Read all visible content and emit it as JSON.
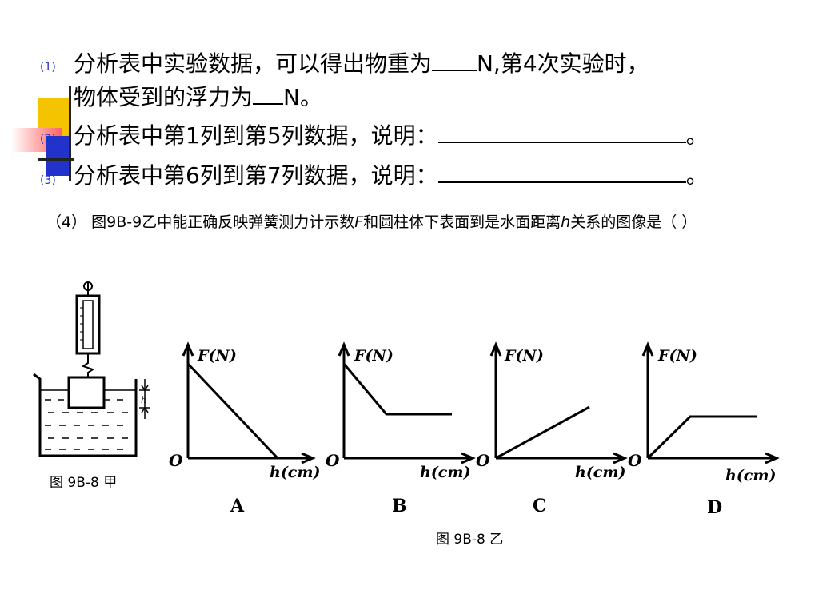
{
  "questions": [
    {
      "num": "(1)",
      "line1_a": "分析表中实验数据，可以得出物重为",
      "line1_b": "N,第4次实验时，",
      "line2_a": "物体受到的浮力为",
      "line2_b": "N。"
    },
    {
      "num": "(2)",
      "text": "分析表中第1列到第5列数据，说明：",
      "end": "。"
    },
    {
      "num": "(3)",
      "text": "分析表中第6列到第7列数据，说明：",
      "end": "。"
    }
  ],
  "q4": {
    "prefix": "（4）  图9B-9乙中能正确反映弹簧测力计示数",
    "var_f": "F",
    "middle": "和圆柱体下表面到是水面距离",
    "var_h": "h",
    "suffix": "关系的图像是（  ）"
  },
  "figure": {
    "caption_left": "图 9B-8 甲",
    "caption_bottom": "图 9B-8 乙",
    "graphs": [
      {
        "letter": "A",
        "y_label": "F(N)",
        "x_label": "h(cm)",
        "origin": "O"
      },
      {
        "letter": "B",
        "y_label": "F(N)",
        "x_label": "h(cm)",
        "origin": "O"
      },
      {
        "letter": "C",
        "y_label": "F(N)",
        "x_label": "h(cm)",
        "origin": "O"
      },
      {
        "letter": "D",
        "y_label": "F(N)",
        "x_label": "h(cm)",
        "origin": "O"
      }
    ]
  },
  "colors": {
    "deco_yellow": "#f5c400",
    "deco_blue": "#2233cc",
    "deco_red": "#ff5555",
    "number_blue": "#1f33c8"
  }
}
